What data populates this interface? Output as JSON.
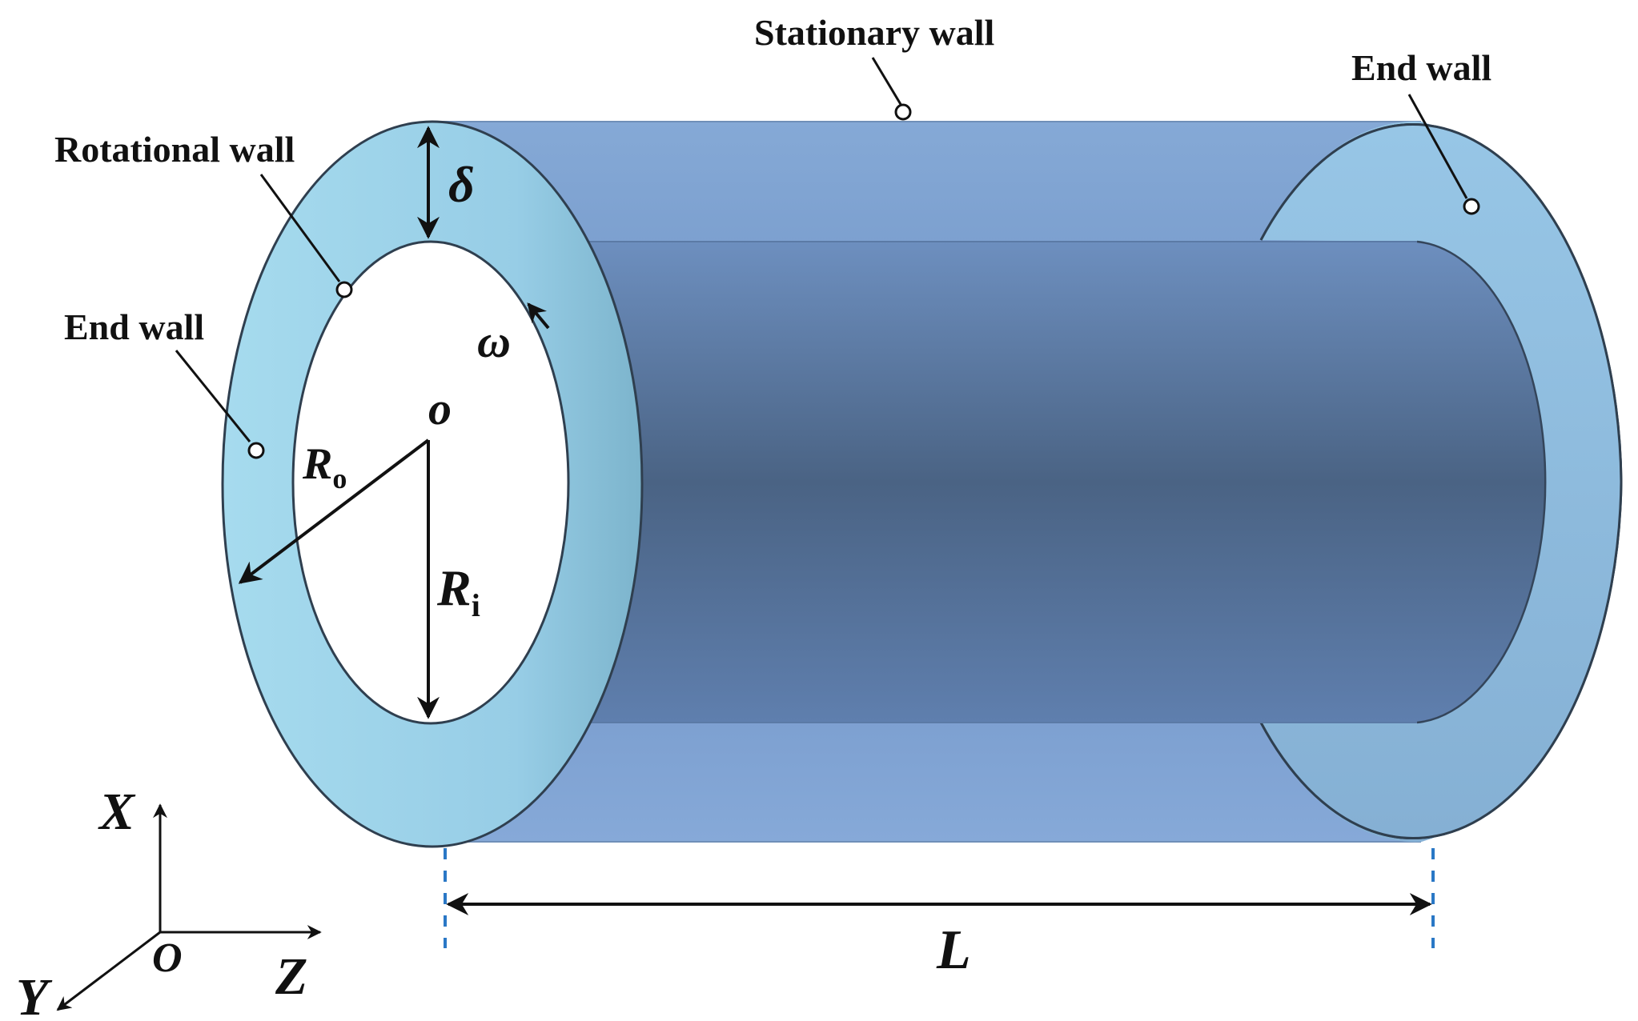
{
  "labels": {
    "stationary_wall": "Stationary wall",
    "rotational_wall": "Rotational wall",
    "end_wall_left": "End wall",
    "end_wall_right": "End wall"
  },
  "symbols": {
    "delta": "δ",
    "omega": "ω",
    "origin_center": "o",
    "outer_radius": "R",
    "outer_radius_sub": "o",
    "inner_radius": "R",
    "inner_radius_sub": "i",
    "length": "L"
  },
  "axes": {
    "x": "X",
    "y": "Y",
    "z": "Z",
    "origin": "O"
  },
  "colors": {
    "outer_cylinder": "#7e9fd0",
    "inner_cylinder_dark": "#4c6485",
    "annulus_face": "#a2d7ec",
    "end_face_right": "#8fbee0",
    "outline": "#2f3f4f",
    "dimension_dashes": "#2a78c6"
  }
}
